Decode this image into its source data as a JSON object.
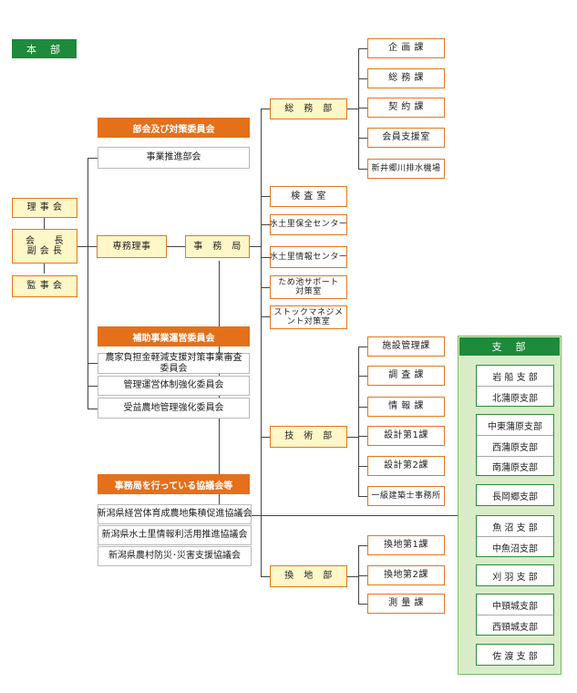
{
  "honbu": "本　部",
  "board": {
    "rijikai": "理 事 会",
    "kaicho": "会　　長",
    "fukukaicho": "副 会 長",
    "kanjikai": "監 事 会"
  },
  "senmu": "専務理事",
  "jimukyoku": "事　務　局",
  "committees": {
    "bukai_header": "部会及び対策委員会",
    "jigyo_suishin": "事業推進部会",
    "hojo_header": "補助事業運営委員会",
    "hojo_items": [
      "農家負担金軽減支援対策事業審査委員会",
      "管理運営体制強化委員会",
      "受益農地管理強化委員会"
    ],
    "kyogikai_header": "事務局を行っている協議会等",
    "kyogikai_items": [
      "新潟県経営体育成農地集積促進協議会",
      "新潟県水土里情報利活用推進協議会",
      "新潟県農村防災･災害支援協議会"
    ]
  },
  "departments": {
    "somu": "総　務　部",
    "kensa": "検 査 室",
    "hozen": "水土里保全センター",
    "joho": "水土里情報センター",
    "tameike": "ため池サポート対策室",
    "stock": "ストックマネジメント対策室",
    "gijutsu": "技　術　部",
    "kanchi": "換　地　部"
  },
  "sections": {
    "somu": [
      "企 画 課",
      "総 務 課",
      "契 約 課",
      "会員支援室",
      "新井郷川排水機場"
    ],
    "gijutsu": [
      "施設管理課",
      "調 査 課",
      "情 報 課",
      "設計第1課",
      "設計第2課",
      "一級建築士事務所"
    ],
    "kanchi": [
      "換地第1課",
      "換地第2課",
      "測 量 課"
    ]
  },
  "branches": {
    "header": "支　部",
    "groups": [
      [
        "岩 船 支 部",
        "北蒲原支部"
      ],
      [
        "中東蒲原支部",
        "西蒲原支部",
        "南蒲原支部"
      ],
      [
        "長岡郷支部"
      ],
      [
        "魚 沼 支 部",
        "中魚沼支部"
      ],
      [
        "刈 羽 支 部"
      ],
      [
        "中頸城支部",
        "西頸城支部"
      ],
      [
        "佐 渡 支 部"
      ]
    ]
  }
}
